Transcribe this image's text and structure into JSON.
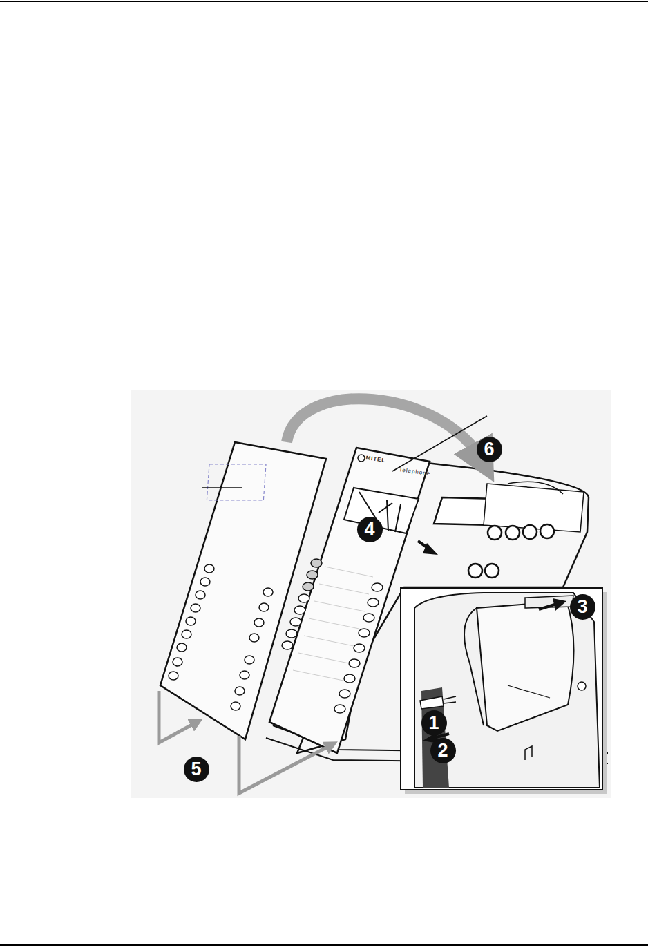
{
  "diagram": {
    "nodes": [
      {
        "text": [
          "6"
        ]
      },
      {
        "text": [
          "4"
        ]
      },
      {
        "text": [
          "3"
        ]
      },
      {
        "text": [
          "1"
        ]
      },
      {
        "text": [
          "2"
        ]
      },
      {
        "text": [
          "5"
        ]
      }
    ],
    "labels": [
      "MITEL",
      "Telephone"
    ]
  }
}
